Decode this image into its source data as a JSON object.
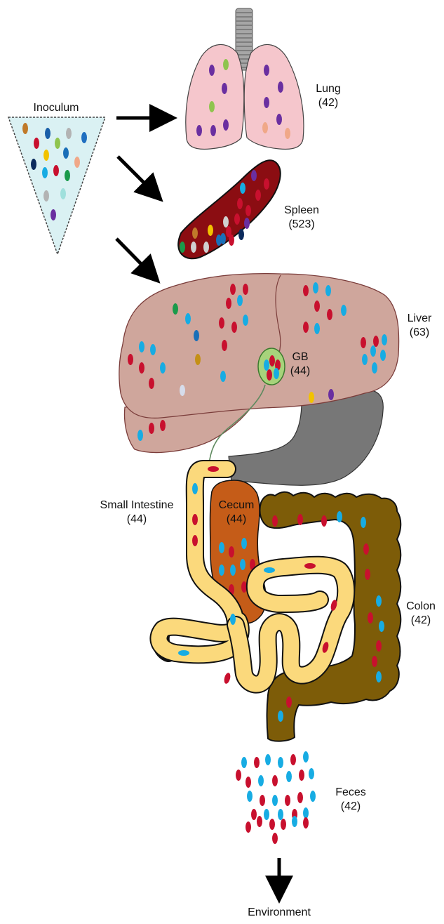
{
  "colors": {
    "red": "#c8102e",
    "blue": "#17ace3",
    "lung": "#f5c6cc",
    "spleen": "#8b0d12",
    "liver": "#cfa69c",
    "intestine": "#fbd97c",
    "cecum": "#c55c18",
    "colon": "#7d5c08",
    "stomach": "#777777",
    "gallbladder": "#a7d37b"
  },
  "labels": {
    "inoculum": "Inoculum",
    "lung_name": "Lung",
    "lung_count": "(42)",
    "spleen_name": "Spleen",
    "spleen_count": "(523)",
    "liver_name": "Liver",
    "liver_count": "(63)",
    "gb_name": "GB",
    "gb_count": "(44)",
    "si_name": "Small Intestine",
    "si_count": "(44)",
    "cecum_name": "Cecum",
    "cecum_count": "(44)",
    "colon_name": "Colon",
    "colon_count": "(42)",
    "feces_name": "Feces",
    "feces_count": "(42)",
    "environment": "Environment"
  }
}
